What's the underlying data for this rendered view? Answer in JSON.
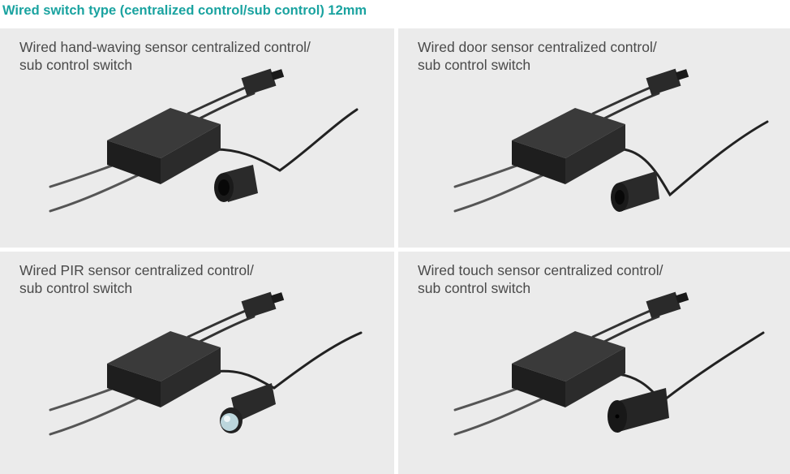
{
  "page_title": "Wired switch type (centralized control/sub control) 12mm",
  "products": [
    {
      "line1": "Wired hand-waving sensor centralized control/",
      "line2": "sub control switch",
      "sensor_type": "hand-waving"
    },
    {
      "line1": "Wired door sensor centralized control/",
      "line2": "sub control switch",
      "sensor_type": "door"
    },
    {
      "line1": "Wired PIR sensor centralized control/",
      "line2": "sub control switch",
      "sensor_type": "pir"
    },
    {
      "line1": "Wired touch sensor centralized control/",
      "line2": "sub control switch",
      "sensor_type": "touch"
    }
  ],
  "colors": {
    "title": "#1aa3a0",
    "card_bg": "#ebebeb",
    "caption": "#4a4a4a",
    "device": "#1e1e1e"
  }
}
